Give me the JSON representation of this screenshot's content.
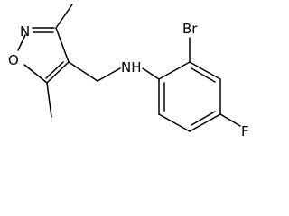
{
  "structure": {
    "atoms": {
      "n_isoxazole": "N",
      "o_isoxazole": "O",
      "amine": "NH",
      "bromine": "Br",
      "fluorine": "F"
    }
  },
  "colors": {
    "bond": "#000000",
    "label": "#000000",
    "background": "#ffffff"
  }
}
